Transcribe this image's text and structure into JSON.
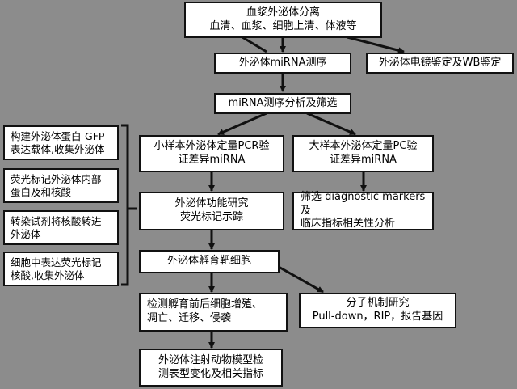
{
  "diagram": {
    "nodes": {
      "plasma_exosome": {
        "line1": "血浆外泌体分离",
        "line2": "血清、血浆、细胞上清、体液等"
      },
      "mirna_seq": {
        "text": "外泌体miRNA测序"
      },
      "em_wb": {
        "text": "外泌体电镜鉴定及WB鉴定"
      },
      "seq_analysis": {
        "text": "miRNA测序分析及筛选"
      },
      "small_sample": {
        "line1": "小样本外泌体定量PCR验",
        "line2": "证差异miRNA"
      },
      "large_sample": {
        "line1": "大样本外泌体定量PC验",
        "line2": "证差异miRNA"
      },
      "function_study": {
        "line1": "外泌体功能研究",
        "line2": "荧光标记示踪"
      },
      "diagnostic": {
        "line1": "筛选 diagnostic markers及",
        "line2": "临床指标相关性分析"
      },
      "incubate": {
        "text": "外泌体孵育靶细胞"
      },
      "detect": {
        "line1": "检测孵育前后细胞增殖、",
        "line2": "凋亡、迁移、侵袭"
      },
      "mechanism": {
        "line1": "分子机制研究",
        "line2": "Pull-down，RIP，报告基因"
      },
      "animal": {
        "line1": "外泌体注射动物模型检",
        "line2": "测表型变化及相关指标"
      }
    },
    "side_methods": [
      {
        "line1": "构建外泌体蛋白-GFP",
        "line2": "表达载体,收集外泌体"
      },
      {
        "line1": "荧光标记外泌体内部",
        "line2": "蛋白及和核酸"
      },
      {
        "line1": "转染试剂将核酸转进",
        "line2": "外泌体"
      },
      {
        "line1": "细胞中表达荧光标记",
        "line2": "核酸,收集外泌体"
      }
    ],
    "colors": {
      "background": "#8c8c8c",
      "box_fill": "#ffffff",
      "line": "#111111"
    }
  }
}
